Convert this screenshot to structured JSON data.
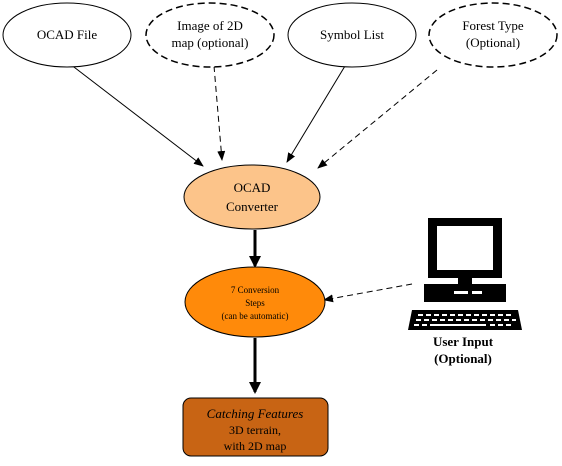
{
  "nodes": {
    "ocad_file": "OCAD File",
    "image_map_line1": "Image of 2D",
    "image_map_line2": "map (optional)",
    "symbol_list": "Symbol List",
    "forest_type_line1": "Forest Type",
    "forest_type_line2": "(Optional)",
    "converter_line1": "OCAD",
    "converter_line2": "Converter",
    "steps_line1": "7 Conversion",
    "steps_line2": "Steps",
    "steps_line3": "(can be automatic)",
    "output_line1": "Catching Features",
    "output_line2": "3D terrain,",
    "output_line3": "with 2D map",
    "user_input_line1": "User Input",
    "user_input_line2": "(Optional)"
  },
  "colors": {
    "converter_fill": "#FCC48A",
    "steps_fill": "#FF8A0A",
    "output_fill": "#C86414",
    "computer": "#000000"
  },
  "icons": {
    "computer": "computer-icon"
  }
}
